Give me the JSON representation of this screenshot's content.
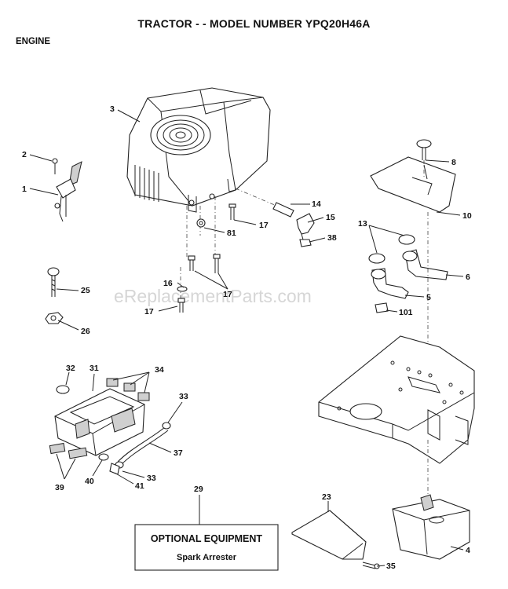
{
  "header": {
    "title": "TRACTOR - - MODEL NUMBER YPQ20H46A",
    "section": "ENGINE"
  },
  "watermark": "eReplacementParts.com",
  "optional_box": {
    "heading": "OPTIONAL EQUIPMENT",
    "item": "Spark Arrester"
  },
  "callouts": {
    "c1": "1",
    "c2": "2",
    "c3": "3",
    "c4": "4",
    "c5": "5",
    "c6": "6",
    "c8": "8",
    "c10": "10",
    "c13": "13",
    "c14": "14",
    "c15": "15",
    "c16": "16",
    "c17a": "17",
    "c17b": "17",
    "c17c": "17",
    "c23": "23",
    "c25": "25",
    "c26": "26",
    "c29": "29",
    "c31": "31",
    "c32": "32",
    "c33a": "33",
    "c33b": "33",
    "c34": "34",
    "c35": "35",
    "c37": "37",
    "c38": "38",
    "c39": "39",
    "c40": "40",
    "c41": "41",
    "c81": "81",
    "c101": "101"
  }
}
